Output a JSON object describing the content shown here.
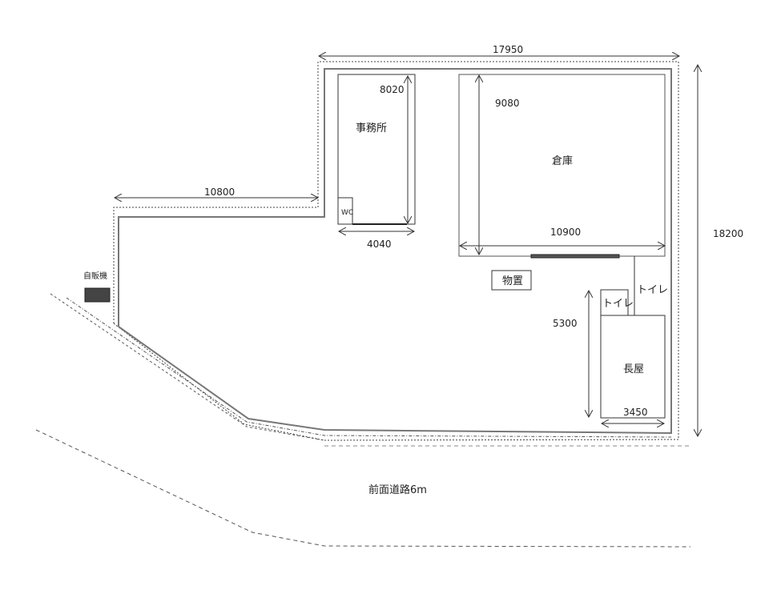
{
  "title": "Site plan",
  "dimensions": {
    "total_width": "17950",
    "total_depth": "18200",
    "left_width": "10800",
    "office_depth": "8020",
    "office_width": "4040",
    "warehouse_depth": "9080",
    "warehouse_width": "10900",
    "nagaya_depth": "5300",
    "nagaya_width": "3450"
  },
  "labels": {
    "office": "事務所",
    "wc": "WC",
    "warehouse": "倉庫",
    "storage": "物置",
    "toilet_1": "トイレ",
    "toilet_2": "トイレ",
    "nagaya": "長屋",
    "vending_machine": "自販機",
    "front_road": "前面道路6m"
  },
  "colors": {
    "line": "#333333",
    "wall": "#777777",
    "vending": "#444444"
  }
}
